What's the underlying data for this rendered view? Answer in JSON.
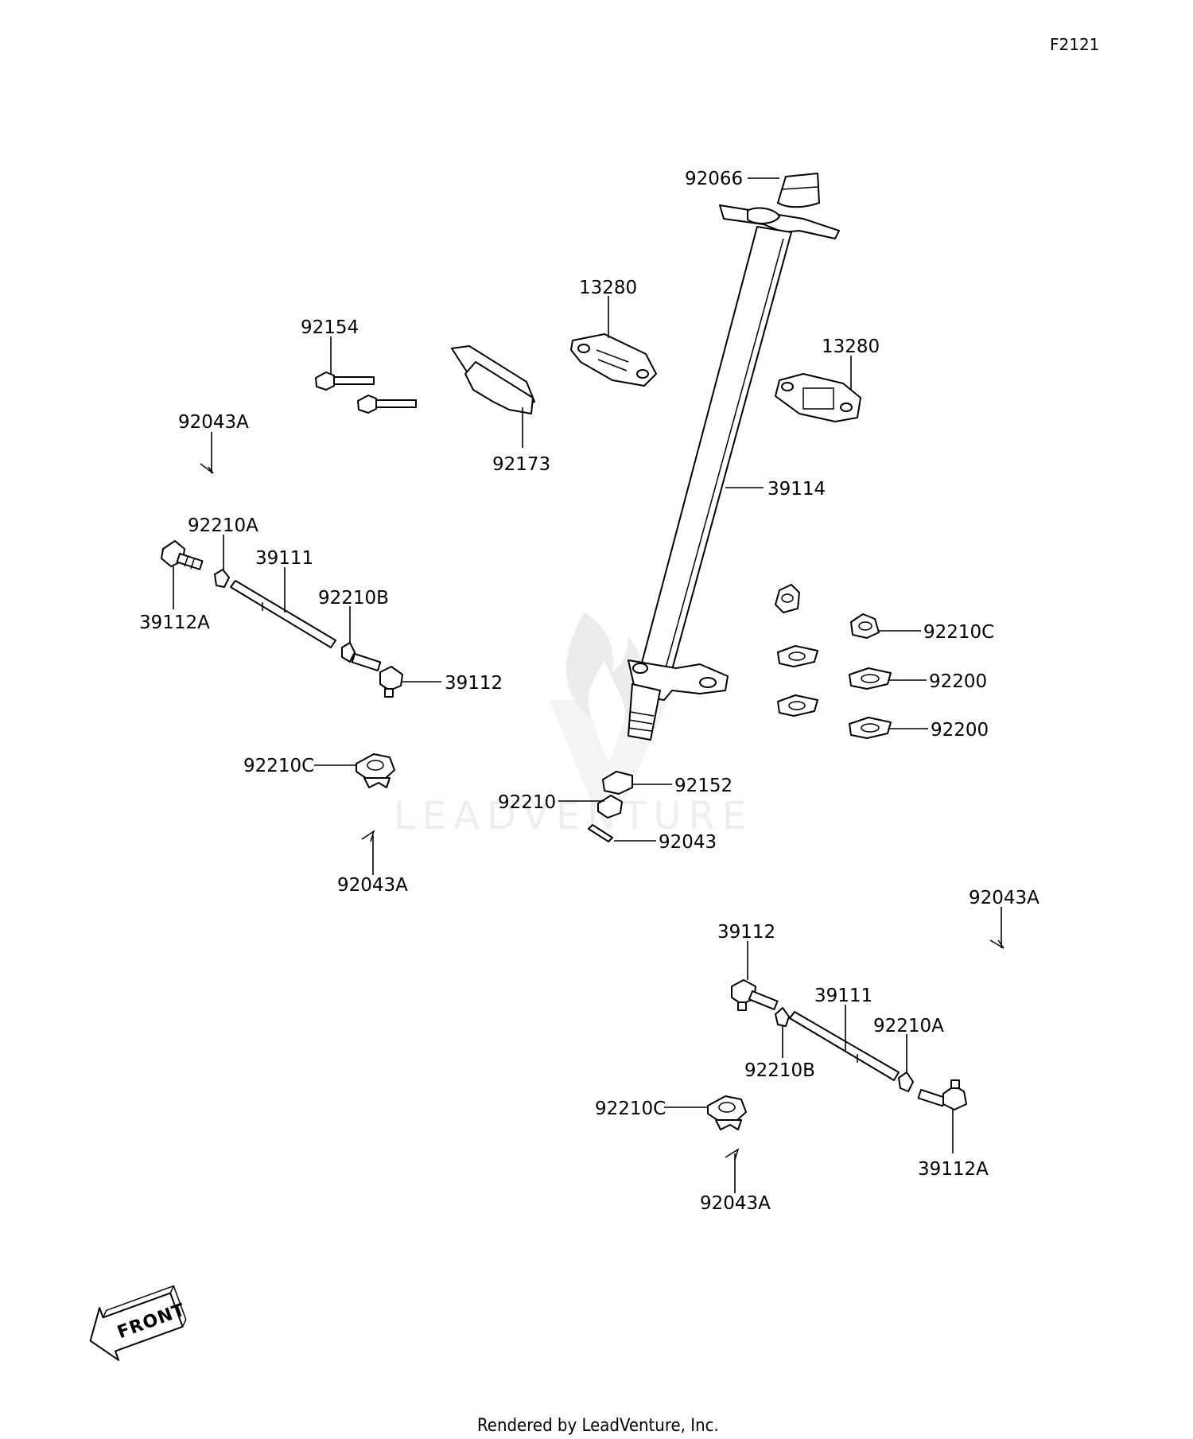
{
  "diagram_code": "F2121",
  "watermark": "LEADVENTURE",
  "footer": "Rendered by LeadVenture, Inc.",
  "front_indicator": "FRONT",
  "callouts": {
    "c92066": "92066",
    "c13280_a": "13280",
    "c13280_b": "13280",
    "c92154": "92154",
    "c92173": "92173",
    "c92043A_1": "92043A",
    "c39114": "39114",
    "c92210A_1": "92210A",
    "c39111_1": "39111",
    "c39112A_1": "39112A",
    "c92210B_1": "92210B",
    "c39112_1": "39112",
    "c92210C_1": "92210C",
    "c92200_1": "92200",
    "c92200_2": "92200",
    "c92210C_2": "92210C",
    "c92152": "92152",
    "c92210": "92210",
    "c92043": "92043",
    "c92043A_2": "92043A",
    "c92043A_3": "92043A",
    "c39112_2": "39112",
    "c39111_2": "39111",
    "c92210A_2": "92210A",
    "c92210B_2": "92210B",
    "c92210C_3": "92210C",
    "c39112A_2": "39112A",
    "c92043A_4": "92043A"
  }
}
